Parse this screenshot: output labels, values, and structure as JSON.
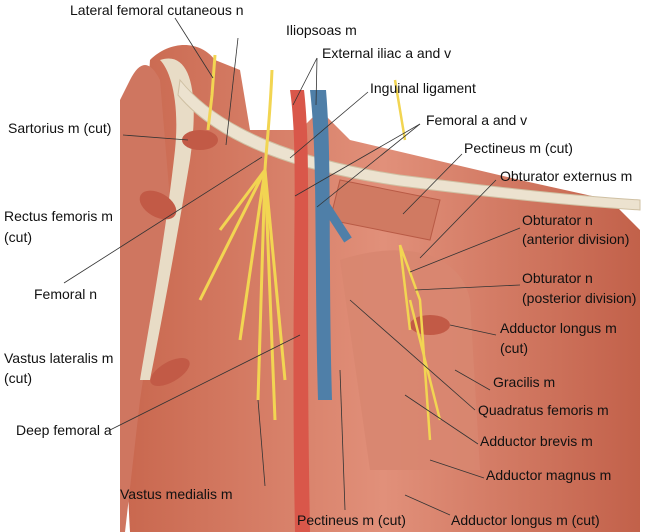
{
  "colors": {
    "muscle": "#d9826a",
    "muscle_dark": "#b85a45",
    "tendon": "#e8dcc6",
    "artery": "#d9574a",
    "vein": "#4f7fa8",
    "nerve": "#f2d552"
  },
  "labels": {
    "lateral_femoral_cutaneous": "Lateral femoral cutaneous n",
    "iliopsoas": "Iliopsoas m",
    "external_iliac": "External iliac a and v",
    "inguinal_ligament": "Inguinal ligament",
    "sartorius": "Sartorius m (cut)",
    "femoral_av": "Femoral a and v",
    "pectineus_top": "Pectineus m (cut)",
    "obturator_externus": "Obturator externus m",
    "rectus_femoris": "Rectus femoris m",
    "rectus_femoris_cut": "(cut)",
    "obturator_ant": "Obturator n",
    "obturator_ant_div": "(anterior division)",
    "obturator_post": "Obturator n",
    "obturator_post_div": "(posterior division)",
    "femoral_n": "Femoral n",
    "adductor_longus": "Adductor longus m",
    "adductor_longus_cut": "(cut)",
    "vastus_lateralis": "Vastus lateralis m",
    "vastus_lateralis_cut": "(cut)",
    "gracilis": "Gracilis m",
    "quadratus_femoris": "Quadratus femoris m",
    "deep_femoral": "Deep femoral a",
    "adductor_brevis": "Adductor brevis m",
    "adductor_magnus": "Adductor magnus m",
    "vastus_medialis": "Vastus medialis m",
    "pectineus_bottom": "Pectineus m (cut)",
    "adductor_longus_bottom": "Adductor longus m (cut)"
  }
}
